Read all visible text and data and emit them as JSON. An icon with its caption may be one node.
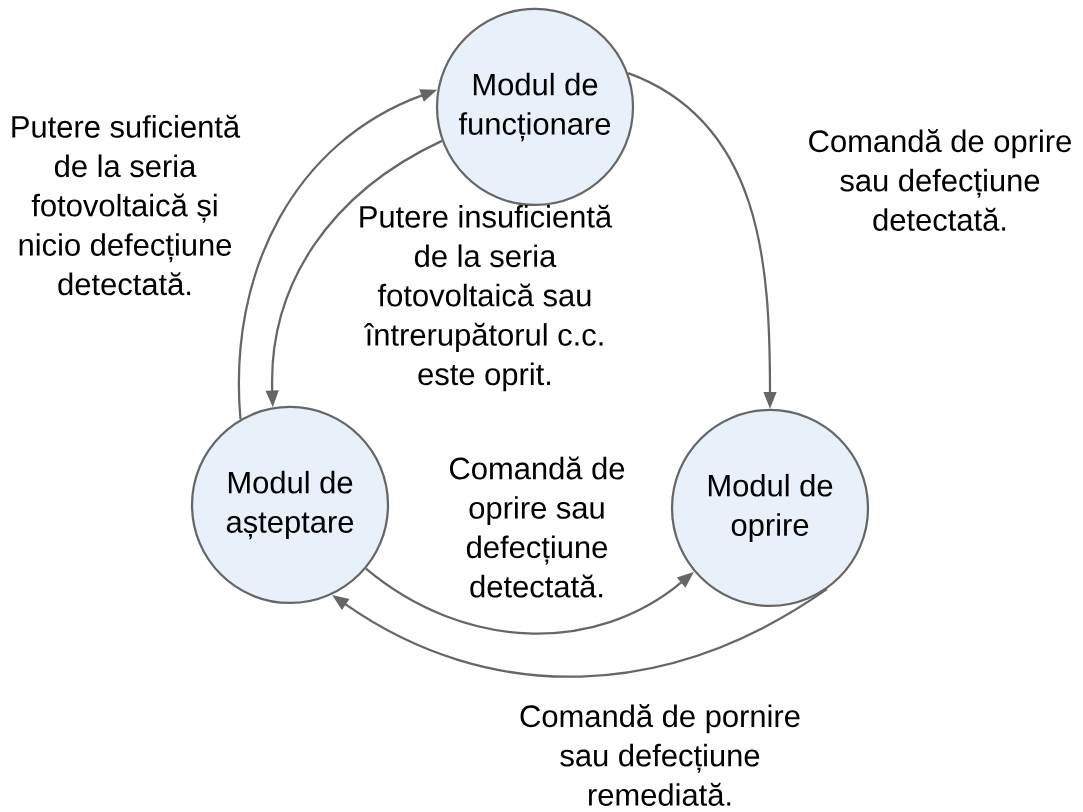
{
  "diagram": {
    "nodes": [
      {
        "text": [
          "Modul de funcționare"
        ]
      },
      {
        "text": [
          "Modul de așteptare"
        ]
      },
      {
        "text": [
          "Modul de oprire"
        ]
      }
    ],
    "edges": [
      {
        "from": 1,
        "to": 0,
        "arrow": "to",
        "label": "Putere suficientă de la seria fotovoltaică și nicio defecțiune detectată."
      },
      {
        "from": 0,
        "to": 1,
        "arrow": "to",
        "label": "Putere insuficientă de la seria fotovoltaică sau întrerupătorul c.c. este oprit."
      },
      {
        "from": 0,
        "to": 2,
        "arrow": "to",
        "label": "Comandă de oprire sau defecțiune detectată."
      },
      {
        "from": 1,
        "to": 2,
        "arrow": "to",
        "label": "Comandă de oprire sau defecțiune detectată."
      },
      {
        "from": 2,
        "to": 1,
        "arrow": "to",
        "label": "Comandă de pornire sau defecțiune remediată."
      }
    ]
  }
}
